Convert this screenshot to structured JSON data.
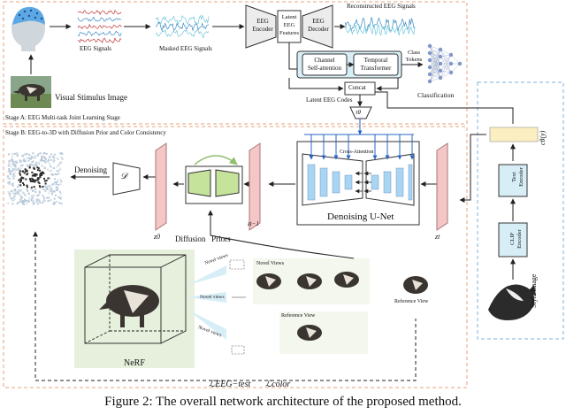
{
  "stage_a": {
    "label": "Stage A: EEG Multi-task Joint Learning Stage",
    "eeg_signals": "EEG Signals",
    "masked_eeg_signals": "Masked EEG Signals",
    "reconstructed_eeg_signals": "Reconstructed EEG Signals",
    "visual_stimulus": "Visual Stimulus Image",
    "eeg_encoder": [
      "EEG",
      "Encoder"
    ],
    "latent_eeg_features": [
      "Latent",
      "EEG",
      "Features"
    ],
    "eeg_decoder": [
      "EEG",
      "Decoder"
    ],
    "channel_self_attention": [
      "Channel",
      "Self-attention"
    ],
    "temporal_transformer": [
      "Temporal",
      "Transformer"
    ],
    "class_tokens": [
      "Class",
      "Tokens"
    ],
    "classification": "Classification",
    "concat": "Concat",
    "latent_eeg_codes": "Latent EEG Codes",
    "tau_theta": "τθ"
  },
  "stage_b": {
    "label": "Stage B: EEG-to-3D with Diffusion Prior and Color Consistency",
    "denoising": "Denoising",
    "decoder_symbol": "𝒟",
    "z0": "z0",
    "zt1": "zt−1",
    "zt": "zt",
    "diffusion_priors": "Diffusion   Priors",
    "cross_attention": "Cross-Attention",
    "denoising_unet": "Denoising U-Net",
    "novel_views_label": "Novel views",
    "novel_views_title": "Novel Views",
    "reference_view": "Reference View",
    "nerf": "NeRF",
    "loss_eeg": "ℒEEG−test",
    "loss_color": "ℒcolor"
  },
  "style": {
    "text_encoder": [
      "Text",
      "Encoder"
    ],
    "clip_encoder": [
      "CLIP",
      "Encoder"
    ],
    "style_image": "Style Image",
    "embedding": "cθ(y)"
  },
  "caption": "Figure 2: The overall network architecture of the proposed method.",
  "colors": {
    "dash_orange": "#e8a37a",
    "dash_blue": "#7fb2dc",
    "encoder_fill": "#ececec",
    "attention_fill": "#d7eef6",
    "latent_fill": "#f4c6c6",
    "unet_block": "#a9d4f2",
    "unet_green": "#c6e39b",
    "nerf_bg": "#e6f0dd",
    "arrow_blue": "#2a64c6"
  }
}
